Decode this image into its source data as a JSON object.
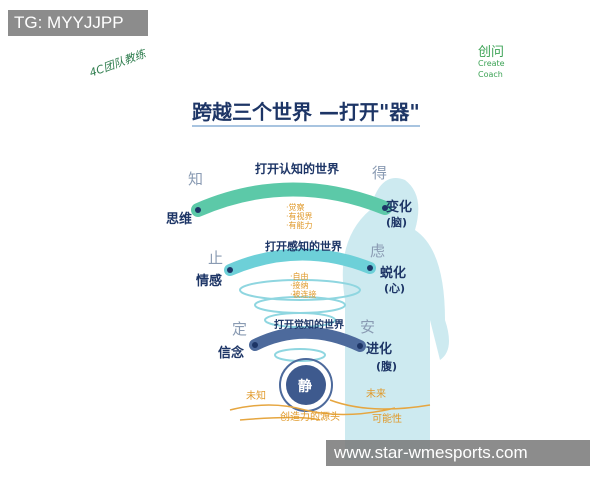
{
  "watermark_top": "TG: MYYJJPP",
  "watermark_bottom": "www.star-wmesports.com",
  "logo_left": "4C团队教练",
  "logo_right": {
    "cn": "创问",
    "en1": "Create",
    "en2": "Coach"
  },
  "title": "跨越三个世界 —打开\"器\"",
  "levels": [
    {
      "arc_label": "打开认知的世界",
      "left": "思维",
      "right": "变化",
      "right_sub": "(脑)",
      "corner_left": "知",
      "corner_right": "得",
      "notes": [
        "·觉察",
        "·有视界",
        "·有能力"
      ],
      "color": "#5cc9a8"
    },
    {
      "arc_label": "打开感知的世界",
      "left": "情感",
      "right": "蜕化",
      "right_sub": "(心)",
      "corner_left": "止",
      "corner_right": "虑",
      "notes": [
        "·自由",
        "·接纳",
        "·被连接"
      ],
      "color": "#6dd0d8"
    },
    {
      "arc_label": "打开觉知的世界",
      "left": "信念",
      "right": "进化",
      "right_sub": "(腹)",
      "corner_left": "定",
      "corner_right": "安",
      "notes": [],
      "color": "#4d6a9c"
    }
  ],
  "center": "静",
  "bottom": {
    "left": "未知",
    "right": "未来",
    "center": "创造力的源头",
    "right2": "可能性"
  }
}
